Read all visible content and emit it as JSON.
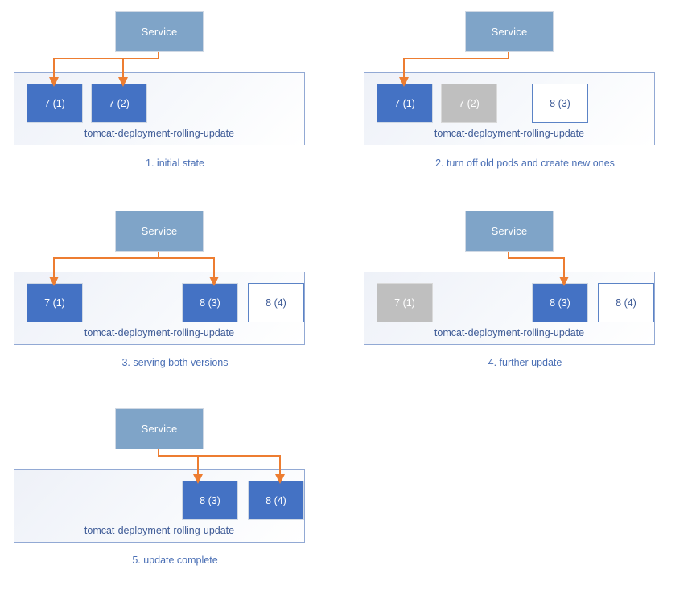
{
  "colors": {
    "pod_active": "#4472C4",
    "pod_terminating": "#BFBFBF",
    "pod_pending_border": "#5B83C6",
    "service_fill": "#7FA4C8",
    "container_border": "#92A9D4",
    "arrow": "#ED7D31",
    "caption_text": "#4a6fb5"
  },
  "deployment_name": "tomcat-deployment-rolling-update",
  "service_label": "Service",
  "panels": [
    {
      "id": "panel-1",
      "caption": "1. initial state",
      "service": "Service",
      "deployment": "tomcat-deployment-rolling-update",
      "pods": [
        {
          "slot": 0,
          "label": "7 (1)",
          "state": "active"
        },
        {
          "slot": 1,
          "label": "7 (2)",
          "state": "active"
        }
      ],
      "arrow_targets": [
        0,
        1
      ]
    },
    {
      "id": "panel-2",
      "caption": "2. turn off old pods and create new ones",
      "service": "Service",
      "deployment": "tomcat-deployment-rolling-update",
      "pods": [
        {
          "slot": 0,
          "label": "7 (1)",
          "state": "active"
        },
        {
          "slot": 1,
          "label": "7 (2)",
          "state": "terminating"
        },
        {
          "slot": 2,
          "label": "8 (3)",
          "state": "pending"
        }
      ],
      "arrow_targets": [
        0
      ]
    },
    {
      "id": "panel-3",
      "caption": "3. serving both versions",
      "service": "Service",
      "deployment": "tomcat-deployment-rolling-update",
      "pods": [
        {
          "slot": 0,
          "label": "7 (1)",
          "state": "active"
        },
        {
          "slot": 2,
          "label": "8 (3)",
          "state": "active"
        },
        {
          "slot": 3,
          "label": "8 (4)",
          "state": "pending"
        }
      ],
      "arrow_targets": [
        0,
        2
      ]
    },
    {
      "id": "panel-4",
      "caption": "4. further update",
      "service": "Service",
      "deployment": "tomcat-deployment-rolling-update",
      "pods": [
        {
          "slot": 0,
          "label": "7 (1)",
          "state": "terminating"
        },
        {
          "slot": 2,
          "label": "8 (3)",
          "state": "active"
        },
        {
          "slot": 3,
          "label": "8 (4)",
          "state": "pending"
        }
      ],
      "arrow_targets": [
        2
      ]
    },
    {
      "id": "panel-5",
      "caption": "5. update complete",
      "service": "Service",
      "deployment": "tomcat-deployment-rolling-update",
      "pods": [
        {
          "slot": 2,
          "label": "8 (3)",
          "state": "active"
        },
        {
          "slot": 3,
          "label": "8 (4)",
          "state": "active"
        }
      ],
      "arrow_targets": [
        2,
        3
      ]
    }
  ]
}
